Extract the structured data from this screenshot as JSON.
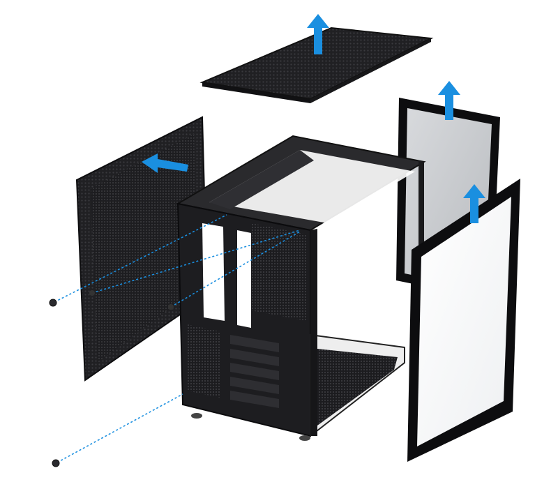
{
  "image": {
    "background_color": "#ffffff",
    "colors": {
      "panel_dark": "#1e1e20",
      "panel_mid": "#2b2b2e",
      "frame_black": "#111113",
      "glass_tint": "#c9ccd0",
      "arrow_blue": "#1a8fe0",
      "guide_blue": "#1a8fe0"
    },
    "components": [
      "top-mesh-panel",
      "left-side-mesh-panel",
      "case-chassis",
      "rear-tempered-glass-panel",
      "front-tempered-glass-panel",
      "thumb-screw-upper",
      "thumb-screw-lower"
    ],
    "arrows": [
      "up",
      "left",
      "up",
      "up"
    ]
  }
}
